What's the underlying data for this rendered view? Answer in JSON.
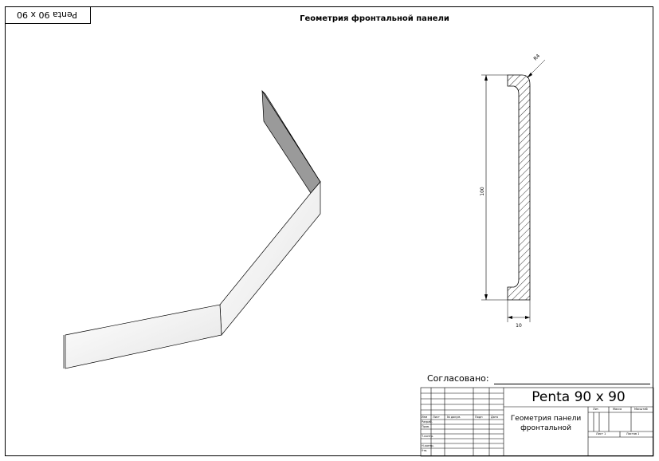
{
  "corner_label": "Penta 90 x 90",
  "sheet_title": "Геометрия фронтальной панели",
  "dimensions": {
    "radius": "R4",
    "height": "100",
    "width": "10"
  },
  "agreed_label": "Согласовано:",
  "title_block": {
    "name": "Penta 90 x 90",
    "description": "Геометрия панели фронтальной",
    "col_izm": "Изм",
    "col_list": "Лист",
    "col_doc": "№ докум.",
    "col_sign": "Подп",
    "col_date": "Дата",
    "row_razrab": "Разраб.",
    "row_prov": "Пров.",
    "row_tkontr": "Т.контр.",
    "row_nkontr": "Н.контр.",
    "row_utv": "Утв.",
    "lit": "Лит.",
    "massa": "Масса",
    "masshtab": "Масштаб",
    "sheet": "Лист 1",
    "sheets": "Листов 1"
  },
  "colors": {
    "line": "#000000",
    "hatch": "#000000",
    "panel_shade": "#9a9a9a"
  }
}
